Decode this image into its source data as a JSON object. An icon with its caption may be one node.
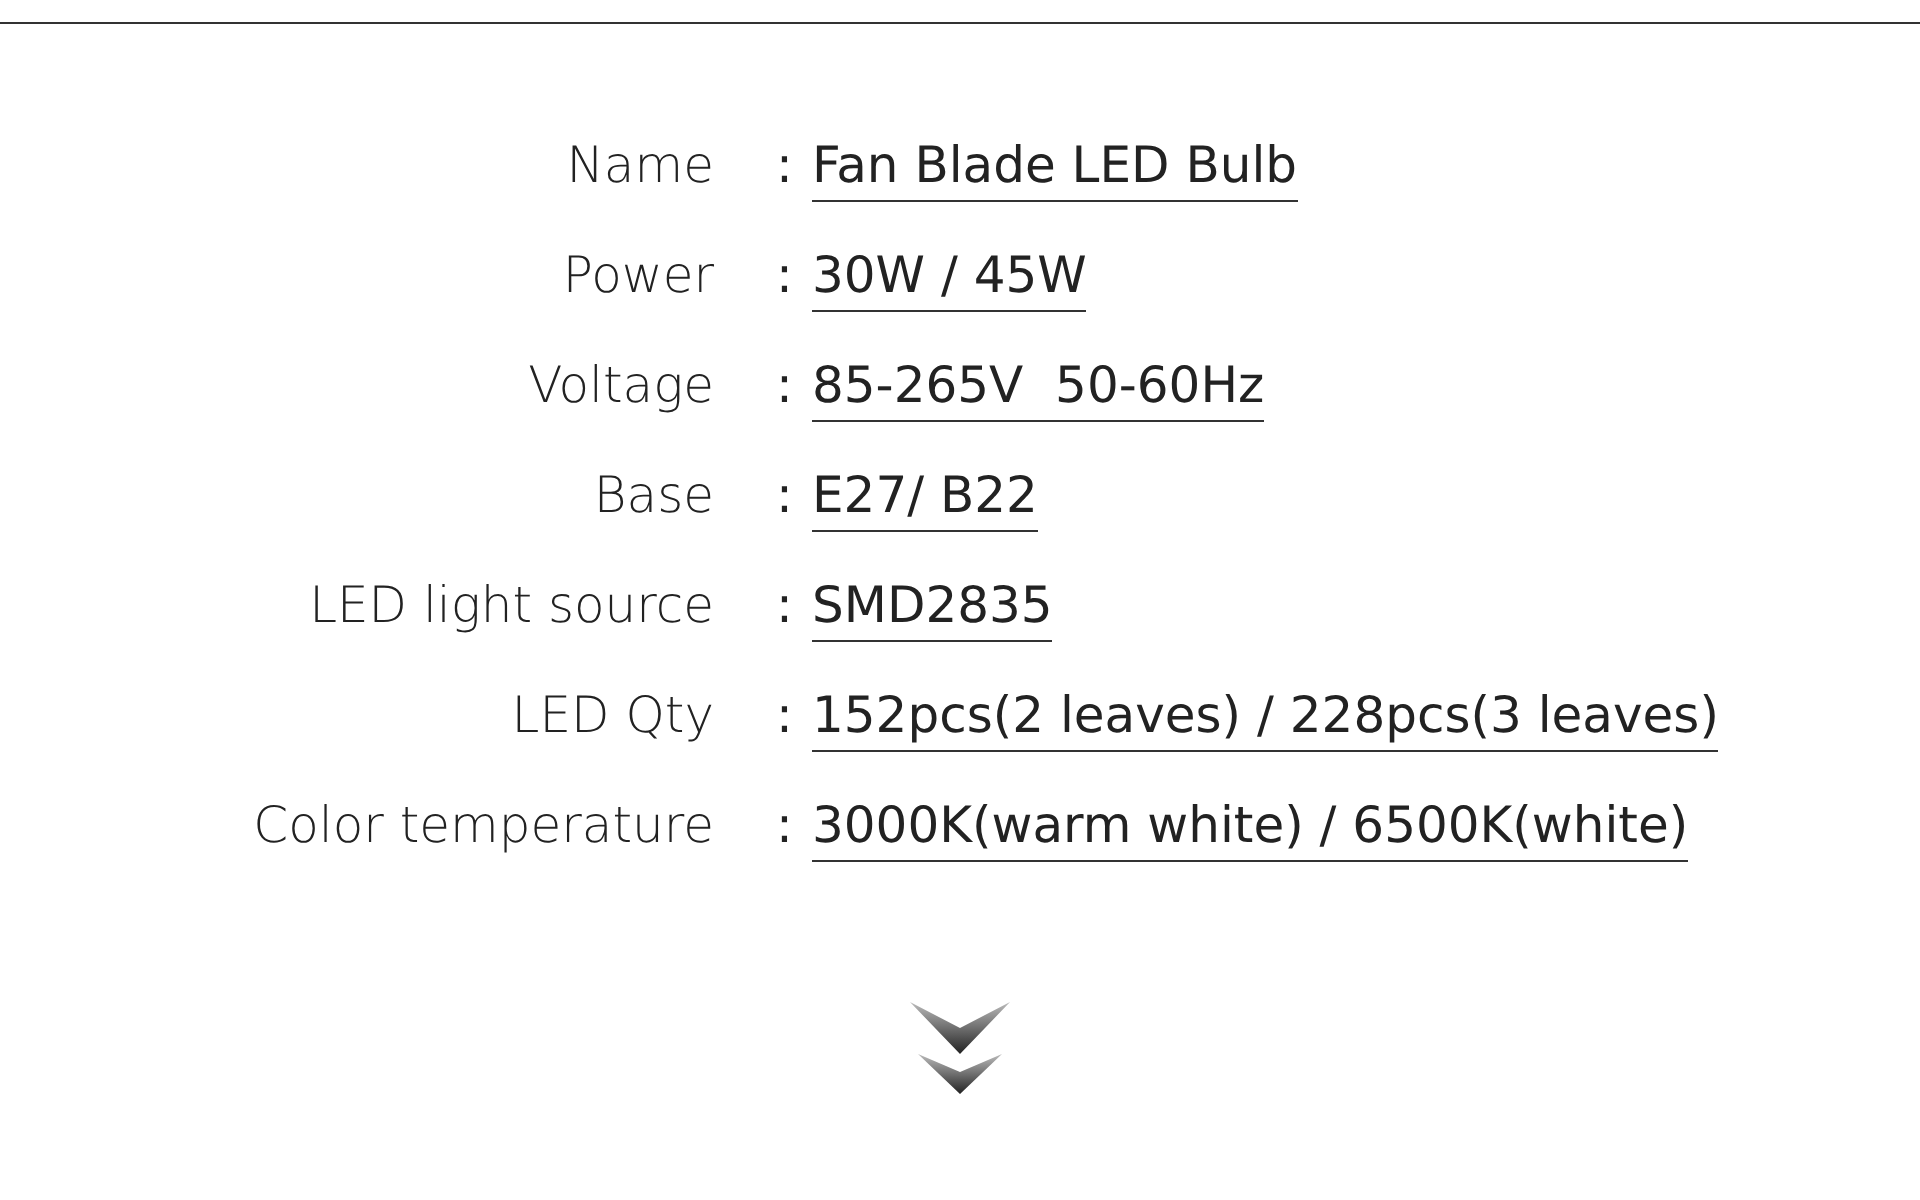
{
  "diagram": {
    "labels": [
      "Name",
      ":",
      "Fan Blade LED Bulb",
      "Power",
      ":",
      "30W / 45W",
      "Voltage",
      ":",
      "85-265V  50-60Hz",
      "Base",
      ":",
      "E27/ B22",
      "LED light source",
      ":",
      "SMD2835",
      "LED Qty",
      ":",
      "152pcs(2 leaves) / 228pcs(3 leaves)",
      "Color temperature",
      ":",
      "3000K(warm white) / 6500K(white)"
    ]
  }
}
